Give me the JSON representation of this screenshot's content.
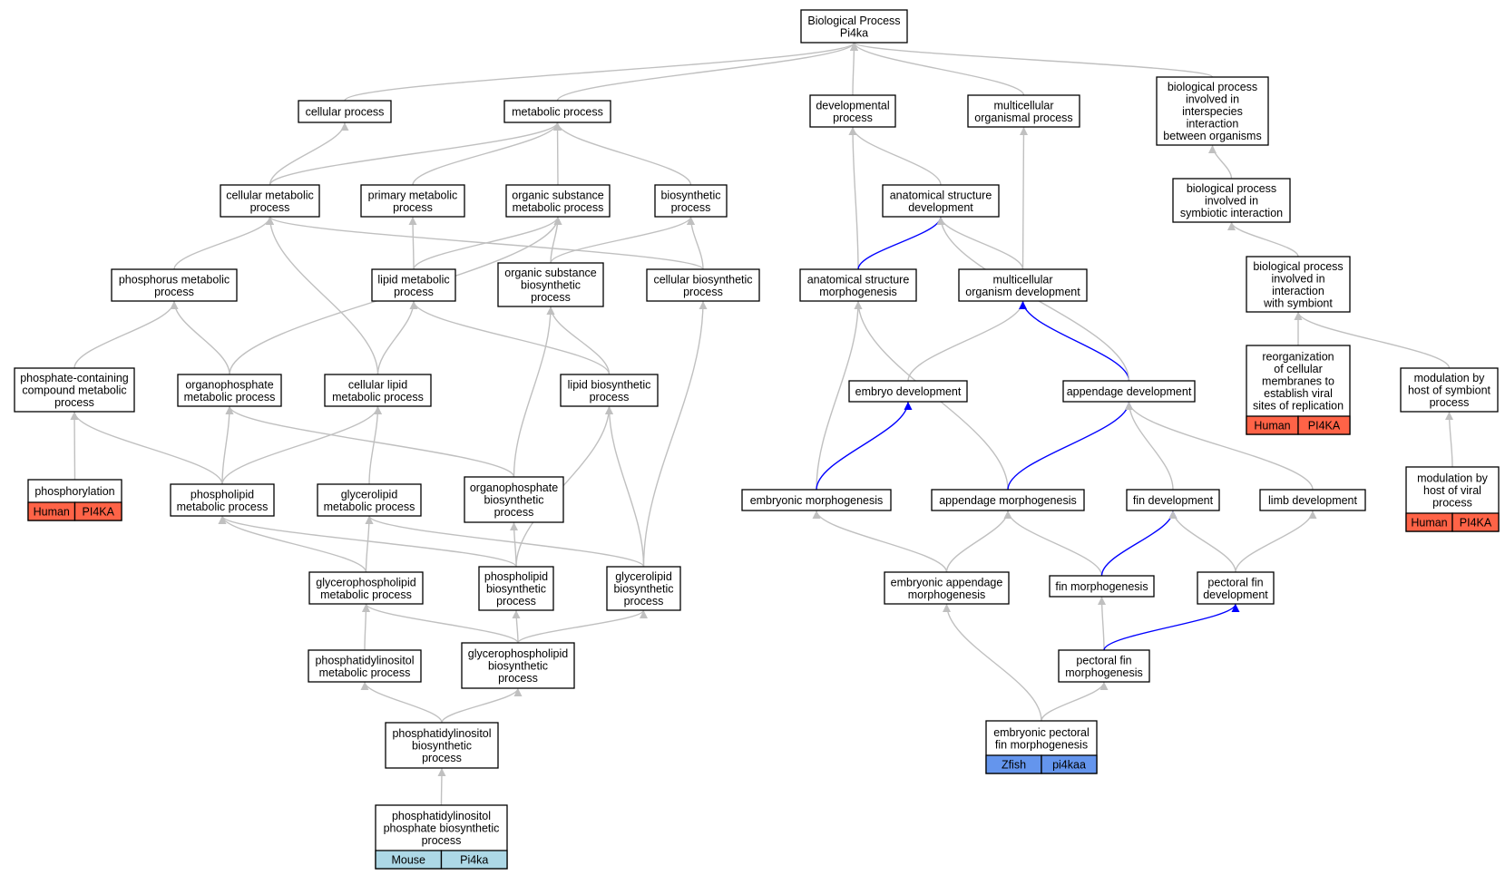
{
  "colors": {
    "edge_default": "#c0c0c0",
    "edge_highlight": "#0000ff",
    "human": "#ff6347",
    "mouse": "#add8e6",
    "zfish": "#6495ed"
  },
  "nodes": [
    {
      "id": "bp",
      "lines": [
        "Biological Process",
        "Pi4ka"
      ]
    },
    {
      "id": "cellular_process",
      "lines": [
        "cellular process"
      ]
    },
    {
      "id": "metabolic_process",
      "lines": [
        "metabolic process"
      ]
    },
    {
      "id": "developmental_process",
      "lines": [
        "developmental",
        "process"
      ]
    },
    {
      "id": "multicellular_organismal_process",
      "lines": [
        "multicellular",
        "organismal process"
      ]
    },
    {
      "id": "bp_interspecies",
      "lines": [
        "biological process",
        "involved in",
        "interspecies",
        "interaction",
        "between organisms"
      ]
    },
    {
      "id": "cellular_metabolic_process",
      "lines": [
        "cellular metabolic",
        "process"
      ]
    },
    {
      "id": "primary_metabolic_process",
      "lines": [
        "primary metabolic",
        "process"
      ]
    },
    {
      "id": "organic_substance_metabolic_process",
      "lines": [
        "organic substance",
        "metabolic process"
      ]
    },
    {
      "id": "biosynthetic_process",
      "lines": [
        "biosynthetic",
        "process"
      ]
    },
    {
      "id": "anatomical_structure_development",
      "lines": [
        "anatomical structure",
        "development"
      ]
    },
    {
      "id": "bp_symbiotic",
      "lines": [
        "biological process",
        "involved in",
        "symbiotic interaction"
      ]
    },
    {
      "id": "phosphorus_metabolic_process",
      "lines": [
        "phosphorus metabolic",
        "process"
      ]
    },
    {
      "id": "lipid_metabolic_process",
      "lines": [
        "lipid metabolic",
        "process"
      ]
    },
    {
      "id": "organic_substance_biosynthetic_process",
      "lines": [
        "organic substance",
        "biosynthetic",
        "process"
      ]
    },
    {
      "id": "cellular_biosynthetic_process",
      "lines": [
        "cellular biosynthetic",
        "process"
      ]
    },
    {
      "id": "anatomical_structure_morphogenesis",
      "lines": [
        "anatomical structure",
        "morphogenesis"
      ]
    },
    {
      "id": "multicellular_organism_development",
      "lines": [
        "multicellular",
        "organism development"
      ]
    },
    {
      "id": "bp_with_symbiont",
      "lines": [
        "biological process",
        "involved in",
        "interaction",
        "with symbiont"
      ]
    },
    {
      "id": "phosphate_containing",
      "lines": [
        "phosphate-containing",
        "compound metabolic",
        "process"
      ]
    },
    {
      "id": "organophosphate_metabolic_process",
      "lines": [
        "organophosphate",
        "metabolic process"
      ]
    },
    {
      "id": "cellular_lipid_metabolic_process",
      "lines": [
        "cellular lipid",
        "metabolic process"
      ]
    },
    {
      "id": "lipid_biosynthetic_process",
      "lines": [
        "lipid biosynthetic",
        "process"
      ]
    },
    {
      "id": "embryo_development",
      "lines": [
        "embryo development"
      ]
    },
    {
      "id": "appendage_development",
      "lines": [
        "appendage development"
      ]
    },
    {
      "id": "reorganization",
      "lines": [
        "reorganization",
        "of cellular",
        "membranes to",
        "establish viral",
        "sites of replication"
      ],
      "tag": [
        "Human",
        "PI4KA"
      ]
    },
    {
      "id": "modulation_host_symbiont",
      "lines": [
        "modulation by",
        "host of symbiont",
        "process"
      ]
    },
    {
      "id": "phosphorylation",
      "lines": [
        "phosphorylation"
      ],
      "tag": [
        "Human",
        "PI4KA"
      ]
    },
    {
      "id": "phospholipid_metabolic_process",
      "lines": [
        "phospholipid",
        "metabolic process"
      ]
    },
    {
      "id": "glycerolipid_metabolic_process",
      "lines": [
        "glycerolipid",
        "metabolic process"
      ]
    },
    {
      "id": "organophosphate_biosynthetic_process",
      "lines": [
        "organophosphate",
        "biosynthetic",
        "process"
      ]
    },
    {
      "id": "embryonic_morphogenesis",
      "lines": [
        "embryonic morphogenesis"
      ]
    },
    {
      "id": "appendage_morphogenesis",
      "lines": [
        "appendage morphogenesis"
      ]
    },
    {
      "id": "fin_development",
      "lines": [
        "fin development"
      ]
    },
    {
      "id": "limb_development",
      "lines": [
        "limb development"
      ]
    },
    {
      "id": "modulation_host_viral",
      "lines": [
        "modulation by",
        "host of viral",
        "process"
      ],
      "tag": [
        "Human",
        "PI4KA"
      ]
    },
    {
      "id": "glycerophospholipid_metabolic_process",
      "lines": [
        "glycerophospholipid",
        "metabolic process"
      ]
    },
    {
      "id": "phospholipid_biosynthetic_process",
      "lines": [
        "phospholipid",
        "biosynthetic",
        "process"
      ]
    },
    {
      "id": "glycerolipid_biosynthetic_process",
      "lines": [
        "glycerolipid",
        "biosynthetic",
        "process"
      ]
    },
    {
      "id": "embryonic_appendage_morphogenesis",
      "lines": [
        "embryonic appendage",
        "morphogenesis"
      ]
    },
    {
      "id": "fin_morphogenesis",
      "lines": [
        "fin morphogenesis"
      ]
    },
    {
      "id": "pectoral_fin_development",
      "lines": [
        "pectoral fin",
        "development"
      ]
    },
    {
      "id": "phosphatidylinositol_metabolic_process",
      "lines": [
        "phosphatidylinositol",
        "metabolic process"
      ]
    },
    {
      "id": "glycerophospholipid_biosynthetic_process",
      "lines": [
        "glycerophospholipid",
        "biosynthetic",
        "process"
      ]
    },
    {
      "id": "pectoral_fin_morphogenesis",
      "lines": [
        "pectoral fin",
        "morphogenesis"
      ]
    },
    {
      "id": "phosphatidylinositol_biosynthetic_process",
      "lines": [
        "phosphatidylinositol",
        "biosynthetic",
        "process"
      ]
    },
    {
      "id": "embryonic_pectoral_fin_morphogenesis",
      "lines": [
        "embryonic pectoral",
        "fin morphogenesis"
      ],
      "tag": [
        "Zfish",
        "pi4kaa"
      ]
    },
    {
      "id": "phosphatidylinositol_phosphate_biosynthetic_process",
      "lines": [
        "phosphatidylinositol",
        "phosphate biosynthetic",
        "process"
      ],
      "tag": [
        "Mouse",
        "Pi4ka"
      ]
    }
  ],
  "edges": [
    [
      "cellular_process",
      "bp"
    ],
    [
      "metabolic_process",
      "bp"
    ],
    [
      "developmental_process",
      "bp"
    ],
    [
      "multicellular_organismal_process",
      "bp"
    ],
    [
      "bp_interspecies",
      "bp"
    ],
    [
      "cellular_metabolic_process",
      "cellular_process"
    ],
    [
      "cellular_metabolic_process",
      "metabolic_process"
    ],
    [
      "primary_metabolic_process",
      "metabolic_process"
    ],
    [
      "organic_substance_metabolic_process",
      "metabolic_process"
    ],
    [
      "biosynthetic_process",
      "metabolic_process"
    ],
    [
      "anatomical_structure_development",
      "developmental_process"
    ],
    [
      "bp_symbiotic",
      "bp_interspecies"
    ],
    [
      "bp_with_symbiont",
      "bp_symbiotic"
    ],
    [
      "reorganization",
      "bp_with_symbiont"
    ],
    [
      "modulation_host_symbiont",
      "bp_with_symbiont"
    ],
    [
      "modulation_host_viral",
      "modulation_host_symbiont"
    ],
    [
      "phosphorus_metabolic_process",
      "cellular_metabolic_process"
    ],
    [
      "lipid_metabolic_process",
      "primary_metabolic_process"
    ],
    [
      "lipid_metabolic_process",
      "organic_substance_metabolic_process"
    ],
    [
      "organic_substance_biosynthetic_process",
      "organic_substance_metabolic_process"
    ],
    [
      "organic_substance_biosynthetic_process",
      "biosynthetic_process"
    ],
    [
      "cellular_biosynthetic_process",
      "biosynthetic_process"
    ],
    [
      "cellular_biosynthetic_process",
      "cellular_metabolic_process"
    ],
    [
      "anatomical_structure_morphogenesis",
      "developmental_process"
    ],
    [
      "anatomical_structure_morphogenesis",
      "anatomical_structure_development",
      "hl"
    ],
    [
      "multicellular_organism_development",
      "anatomical_structure_development"
    ],
    [
      "multicellular_organism_development",
      "multicellular_organismal_process"
    ],
    [
      "phosphate_containing",
      "phosphorus_metabolic_process"
    ],
    [
      "organophosphate_metabolic_process",
      "phosphorus_metabolic_process"
    ],
    [
      "organophosphate_metabolic_process",
      "organic_substance_metabolic_process"
    ],
    [
      "cellular_lipid_metabolic_process",
      "lipid_metabolic_process"
    ],
    [
      "cellular_lipid_metabolic_process",
      "cellular_metabolic_process"
    ],
    [
      "lipid_biosynthetic_process",
      "lipid_metabolic_process"
    ],
    [
      "lipid_biosynthetic_process",
      "organic_substance_biosynthetic_process"
    ],
    [
      "embryo_development",
      "multicellular_organism_development"
    ],
    [
      "appendage_development",
      "multicellular_organism_development",
      "hl"
    ],
    [
      "appendage_development",
      "anatomical_structure_development"
    ],
    [
      "phosphorylation",
      "phosphate_containing"
    ],
    [
      "phospholipid_metabolic_process",
      "phosphate_containing"
    ],
    [
      "phospholipid_metabolic_process",
      "organophosphate_metabolic_process"
    ],
    [
      "phospholipid_metabolic_process",
      "cellular_lipid_metabolic_process"
    ],
    [
      "glycerolipid_metabolic_process",
      "cellular_lipid_metabolic_process"
    ],
    [
      "organophosphate_biosynthetic_process",
      "organophosphate_metabolic_process"
    ],
    [
      "organophosphate_biosynthetic_process",
      "organic_substance_biosynthetic_process"
    ],
    [
      "embryonic_morphogenesis",
      "anatomical_structure_morphogenesis"
    ],
    [
      "embryonic_morphogenesis",
      "embryo_development",
      "hl"
    ],
    [
      "appendage_morphogenesis",
      "anatomical_structure_morphogenesis"
    ],
    [
      "appendage_morphogenesis",
      "appendage_development",
      "hl"
    ],
    [
      "fin_development",
      "appendage_development"
    ],
    [
      "limb_development",
      "appendage_development"
    ],
    [
      "glycerophospholipid_metabolic_process",
      "phospholipid_metabolic_process"
    ],
    [
      "glycerophospholipid_metabolic_process",
      "glycerolipid_metabolic_process"
    ],
    [
      "phospholipid_biosynthetic_process",
      "phospholipid_metabolic_process"
    ],
    [
      "phospholipid_biosynthetic_process",
      "organophosphate_biosynthetic_process"
    ],
    [
      "phospholipid_biosynthetic_process",
      "lipid_biosynthetic_process"
    ],
    [
      "glycerolipid_biosynthetic_process",
      "glycerolipid_metabolic_process"
    ],
    [
      "glycerolipid_biosynthetic_process",
      "lipid_biosynthetic_process"
    ],
    [
      "glycerolipid_biosynthetic_process",
      "cellular_biosynthetic_process"
    ],
    [
      "embryonic_appendage_morphogenesis",
      "embryonic_morphogenesis"
    ],
    [
      "embryonic_appendage_morphogenesis",
      "appendage_morphogenesis"
    ],
    [
      "fin_morphogenesis",
      "appendage_morphogenesis"
    ],
    [
      "fin_morphogenesis",
      "fin_development",
      "hl"
    ],
    [
      "pectoral_fin_development",
      "fin_development"
    ],
    [
      "pectoral_fin_development",
      "limb_development"
    ],
    [
      "phosphatidylinositol_metabolic_process",
      "glycerophospholipid_metabolic_process"
    ],
    [
      "glycerophospholipid_biosynthetic_process",
      "glycerophospholipid_metabolic_process"
    ],
    [
      "glycerophospholipid_biosynthetic_process",
      "phospholipid_biosynthetic_process"
    ],
    [
      "glycerophospholipid_biosynthetic_process",
      "glycerolipid_biosynthetic_process"
    ],
    [
      "pectoral_fin_morphogenesis",
      "fin_morphogenesis"
    ],
    [
      "pectoral_fin_morphogenesis",
      "pectoral_fin_development",
      "hl"
    ],
    [
      "phosphatidylinositol_biosynthetic_process",
      "phosphatidylinositol_metabolic_process"
    ],
    [
      "phosphatidylinositol_biosynthetic_process",
      "glycerophospholipid_biosynthetic_process"
    ],
    [
      "embryonic_pectoral_fin_morphogenesis",
      "embryonic_appendage_morphogenesis"
    ],
    [
      "embryonic_pectoral_fin_morphogenesis",
      "pectoral_fin_morphogenesis"
    ],
    [
      "phosphatidylinositol_phosphate_biosynthetic_process",
      "phosphatidylinositol_biosynthetic_process"
    ]
  ]
}
